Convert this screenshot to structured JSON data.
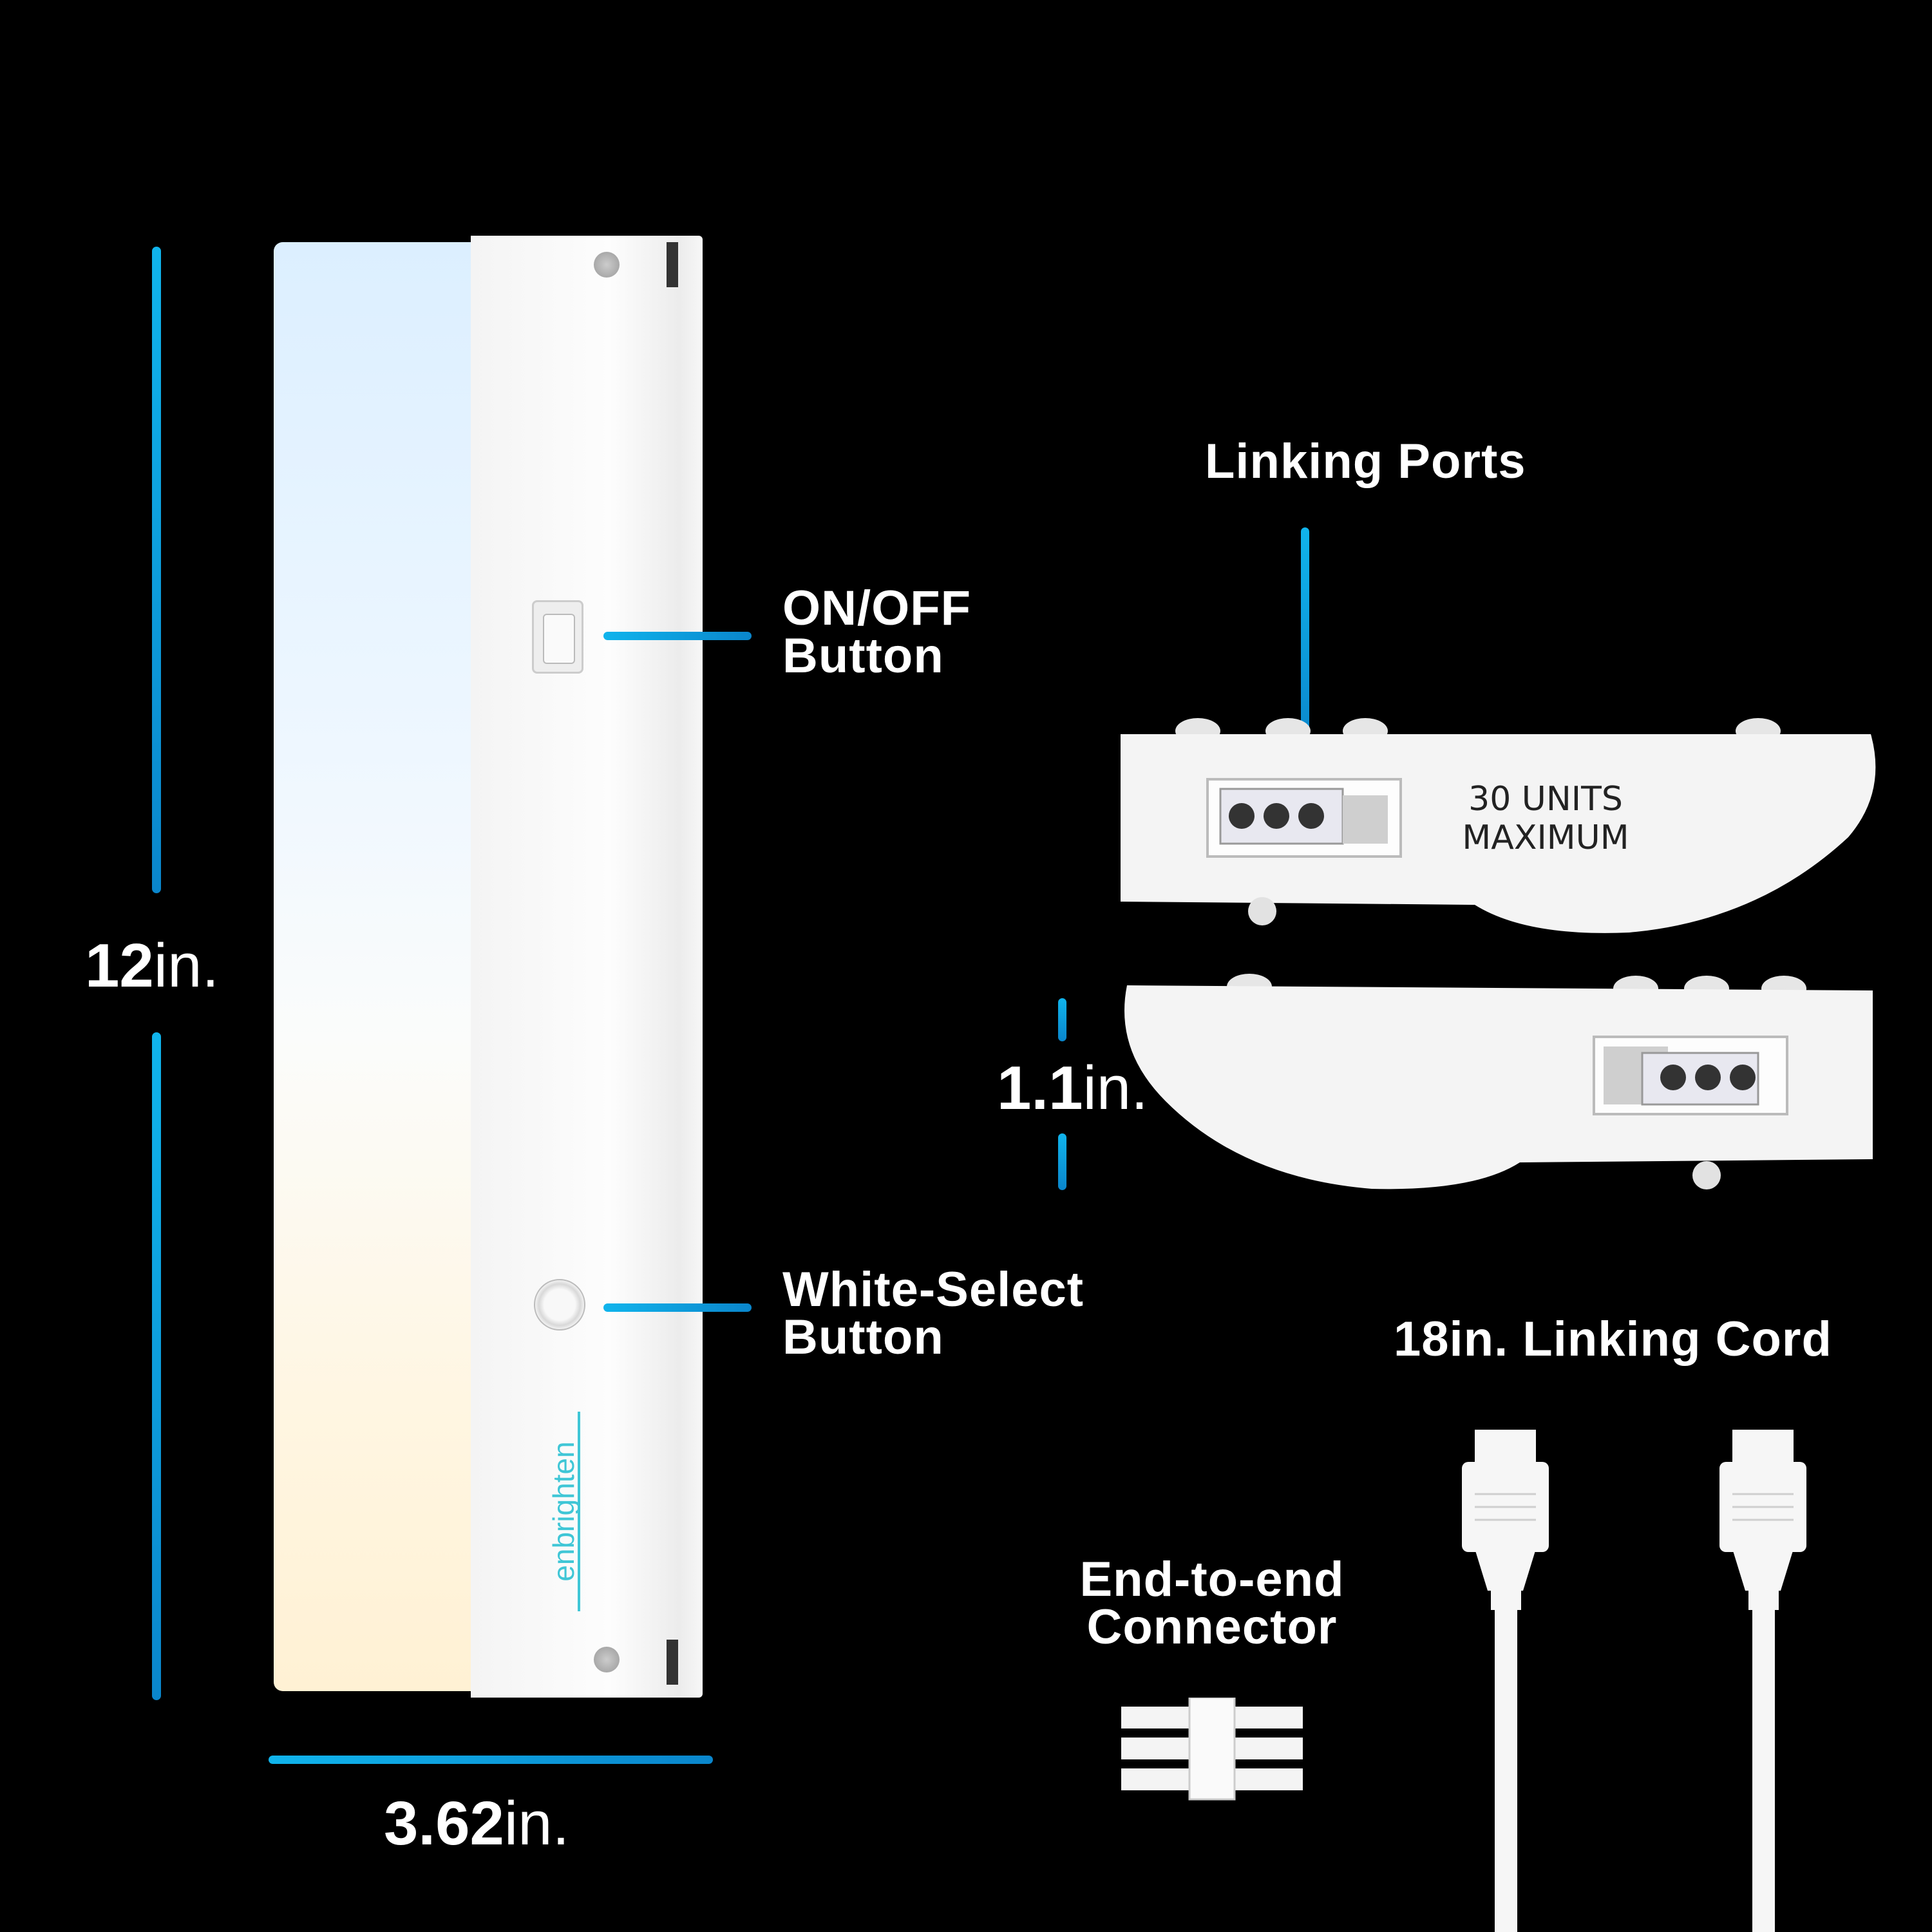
{
  "dimensions": {
    "height": {
      "value": "12",
      "unit": "in."
    },
    "width": {
      "value": "3.62",
      "unit": "in."
    },
    "depth": {
      "value": "1.1",
      "unit": "in."
    }
  },
  "callouts": {
    "on_off": [
      "ON/OFF",
      "Button"
    ],
    "white_select": [
      "White-Select",
      "Button"
    ],
    "linking_ports": "Linking Ports",
    "linking_cord": "18in. Linking Cord",
    "connector": [
      "End-to-end",
      "Connector"
    ]
  },
  "product": {
    "brand": "enbrighten",
    "endcap_text": [
      "30 UNITS",
      "MAXIMUM"
    ]
  },
  "colors": {
    "accent": "#10b4ec",
    "background": "#000000"
  }
}
